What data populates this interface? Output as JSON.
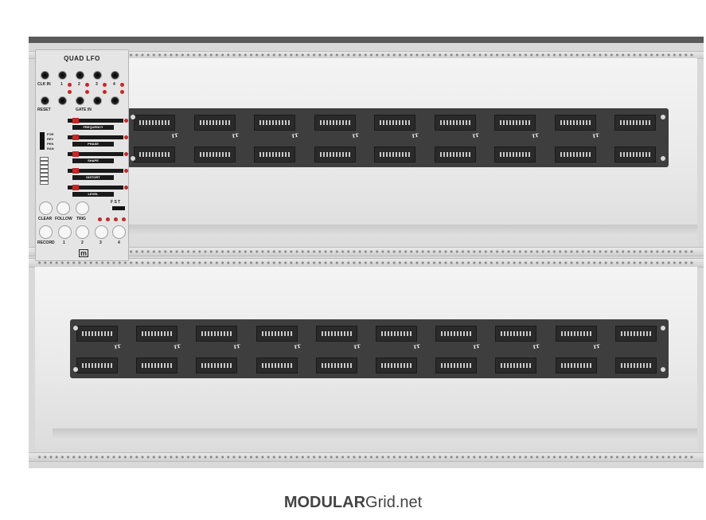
{
  "module": {
    "title": "QUAD LFO",
    "clk_in": "CLK IN",
    "reset": "RESET",
    "gate_in": "GATE IN",
    "jack_numbers": [
      "1",
      "2",
      "3",
      "4"
    ],
    "modes": [
      "FOR",
      "REV",
      "PEN",
      "RAN"
    ],
    "faders": [
      "FREQUENCY",
      "PHASE",
      "SHAPE",
      "DISTORT",
      "LEVEL"
    ],
    "fst": "F S T",
    "clear": "CLEAR",
    "follow": "FOLLOW",
    "trig": "TRIG",
    "record": "RECORD",
    "brand_glyph": "m"
  },
  "busboard_logo": "ᴵᵁ",
  "footer": {
    "bold": "MODULAR",
    "rest": "Grid.net"
  },
  "colors": {
    "accent_led": "#c62828",
    "busboard": "#3e3e3e",
    "case_rail": "#5a5a5a"
  }
}
